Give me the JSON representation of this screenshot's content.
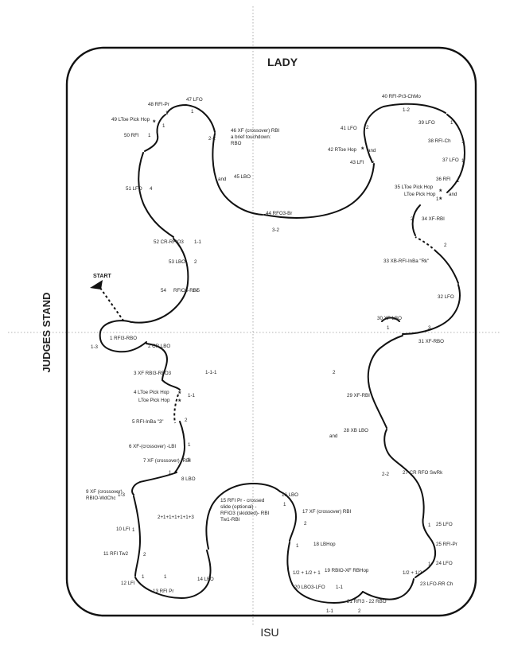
{
  "header": "LADY",
  "side_label": "JUDGES STAND",
  "footer": "ISU",
  "start_label": "START",
  "steps": [
    {
      "id": "s1",
      "text": "1 RFI3-RBO"
    },
    {
      "id": "s2",
      "text": "2 CR LBO"
    },
    {
      "id": "s3",
      "text": "3 XF RBI3-RFO3"
    },
    {
      "id": "s4a",
      "text": "4 LToe Pick Hop"
    },
    {
      "id": "s4b",
      "text": "LToe Pick Hop"
    },
    {
      "id": "s5",
      "text": "5 RFI-InBa \"3\""
    },
    {
      "id": "s6",
      "text": "6 XF-(crossover) -LBI"
    },
    {
      "id": "s7",
      "text": "7 XF (crossover) -RBI"
    },
    {
      "id": "s8",
      "text": "8 LBO"
    },
    {
      "id": "s9a",
      "text": "9 XF (crossover)"
    },
    {
      "id": "s9b",
      "text": "RBIO-WdChc"
    },
    {
      "id": "s10",
      "text": "10 LFI"
    },
    {
      "id": "s11",
      "text": "11 RFI Tw2"
    },
    {
      "id": "s12",
      "text": "12 LFI"
    },
    {
      "id": "s13",
      "text": "13 RFI Pr"
    },
    {
      "id": "s14",
      "text": "14 LFO"
    },
    {
      "id": "s15",
      "text": "15 RFI Pr - crossed slide (optional) - RFIO3 (skidded)- RBI Tw1-RBI"
    },
    {
      "id": "s16",
      "text": "16 LBO"
    },
    {
      "id": "s17",
      "text": "17 XF (crossover) RBI"
    },
    {
      "id": "s18",
      "text": "18 LBHop"
    },
    {
      "id": "s19",
      "text": "19 RBIO-XF RBHop"
    },
    {
      "id": "s20",
      "text": "20 LBO3-LFO"
    },
    {
      "id": "s21",
      "text": "21 RFI3 - 22 RBO"
    },
    {
      "id": "s23",
      "text": "23 LFO-RR Ch"
    },
    {
      "id": "s24",
      "text": "24 LFO"
    },
    {
      "id": "s25b",
      "text": "25 RFI-Pr"
    },
    {
      "id": "s25",
      "text": "25 LFO"
    },
    {
      "id": "s27",
      "text": "27 CR RFO SwRk"
    },
    {
      "id": "s28",
      "text": "28 XB LBO"
    },
    {
      "id": "s29",
      "text": "29 XF-RBI"
    },
    {
      "id": "s30",
      "text": "30 XF-LBO"
    },
    {
      "id": "s31",
      "text": "31 XF-RBO"
    },
    {
      "id": "s32",
      "text": "32 LFO"
    },
    {
      "id": "s33",
      "text": "33 XB-RFI-InBa \"Rk\""
    },
    {
      "id": "s34",
      "text": "34 XF-RBI"
    },
    {
      "id": "s35a",
      "text": "35 LToe Pick Hop"
    },
    {
      "id": "s35b",
      "text": "LToe Pick Hop"
    },
    {
      "id": "s36",
      "text": "36 RFI"
    },
    {
      "id": "s37",
      "text": "37 LFO"
    },
    {
      "id": "s38",
      "text": "38 RFI-Ch"
    },
    {
      "id": "s39",
      "text": "39 LFO"
    },
    {
      "id": "s40",
      "text": "40 RFI-Pr3-ChMo"
    },
    {
      "id": "s41",
      "text": "41 LFO"
    },
    {
      "id": "s42",
      "text": "42 RToe Hop"
    },
    {
      "id": "s43",
      "text": "43 LFI"
    },
    {
      "id": "s44",
      "text": "44 RFO3-Br"
    },
    {
      "id": "s45",
      "text": "45 LBO"
    },
    {
      "id": "s46a",
      "text": "46 XF (crossover) RBI"
    },
    {
      "id": "s46b",
      "text": "a brief touchdown:"
    },
    {
      "id": "s46c",
      "text": "RBO"
    },
    {
      "id": "s47",
      "text": "47 LFO"
    },
    {
      "id": "s48",
      "text": "48 RFI-Pr"
    },
    {
      "id": "s49",
      "text": "49 LToe Pick Hop"
    },
    {
      "id": "s50",
      "text": "50 RFI"
    },
    {
      "id": "s51",
      "text": "51 LFO"
    },
    {
      "id": "s52",
      "text": "52 CR-RFIO3"
    },
    {
      "id": "s53",
      "text": "53 LBO"
    },
    {
      "id": "s54",
      "text": "54"
    },
    {
      "id": "s54b",
      "text": "RFIO3-RBI"
    }
  ],
  "counts": [
    {
      "id": "c1",
      "text": "1-3"
    },
    {
      "id": "c3",
      "text": "1-1-1"
    },
    {
      "id": "c4",
      "text": "1-1"
    },
    {
      "id": "c5",
      "text": "2"
    },
    {
      "id": "c6",
      "text": "1"
    },
    {
      "id": "c7",
      "text": "1"
    },
    {
      "id": "c8",
      "text": "1"
    },
    {
      "id": "c9",
      "text": "1-3"
    },
    {
      "id": "c10",
      "text": "1"
    },
    {
      "id": "c11",
      "text": "2"
    },
    {
      "id": "c12",
      "text": "1"
    },
    {
      "id": "c13",
      "text": "1"
    },
    {
      "id": "c15",
      "text": "2+1+1+1+1+1+3"
    },
    {
      "id": "c16",
      "text": "1"
    },
    {
      "id": "c17",
      "text": "2"
    },
    {
      "id": "c18",
      "text": "1"
    },
    {
      "id": "c19",
      "text": "1/2 + 1/2 + 1"
    },
    {
      "id": "c20",
      "text": "1-1"
    },
    {
      "id": "c21",
      "text": "1-1"
    },
    {
      "id": "c22",
      "text": "2"
    },
    {
      "id": "c23",
      "text": "1/2 + 1/2"
    },
    {
      "id": "c24",
      "text": "1"
    },
    {
      "id": "c25",
      "text": "1"
    },
    {
      "id": "c27",
      "text": "2-2"
    },
    {
      "id": "c28",
      "text": "and"
    },
    {
      "id": "c29",
      "text": "2"
    },
    {
      "id": "c30",
      "text": "1"
    },
    {
      "id": "c31",
      "text": "3"
    },
    {
      "id": "c33",
      "text": "2"
    },
    {
      "id": "c34",
      "text": "2"
    },
    {
      "id": "c35",
      "text": "and"
    },
    {
      "id": "c35b",
      "text": "1"
    },
    {
      "id": "c36",
      "text": "1"
    },
    {
      "id": "c37",
      "text": "1"
    },
    {
      "id": "c38",
      "text": "1"
    },
    {
      "id": "c39",
      "text": "1"
    },
    {
      "id": "c40",
      "text": "1-2"
    },
    {
      "id": "c41",
      "text": "2"
    },
    {
      "id": "c42",
      "text": "and"
    },
    {
      "id": "c43",
      "text": "1"
    },
    {
      "id": "c44",
      "text": "3-2"
    },
    {
      "id": "c45",
      "text": "and"
    },
    {
      "id": "c46",
      "text": "2-2"
    },
    {
      "id": "c47",
      "text": "1"
    },
    {
      "id": "c48",
      "text": "1"
    },
    {
      "id": "c49",
      "text": "1"
    },
    {
      "id": "c50",
      "text": "1"
    },
    {
      "id": "c51",
      "text": "4"
    },
    {
      "id": "c52",
      "text": "1-1"
    },
    {
      "id": "c53",
      "text": "2"
    },
    {
      "id": "c54",
      "text": "1-5"
    }
  ],
  "hop_marker": "*"
}
